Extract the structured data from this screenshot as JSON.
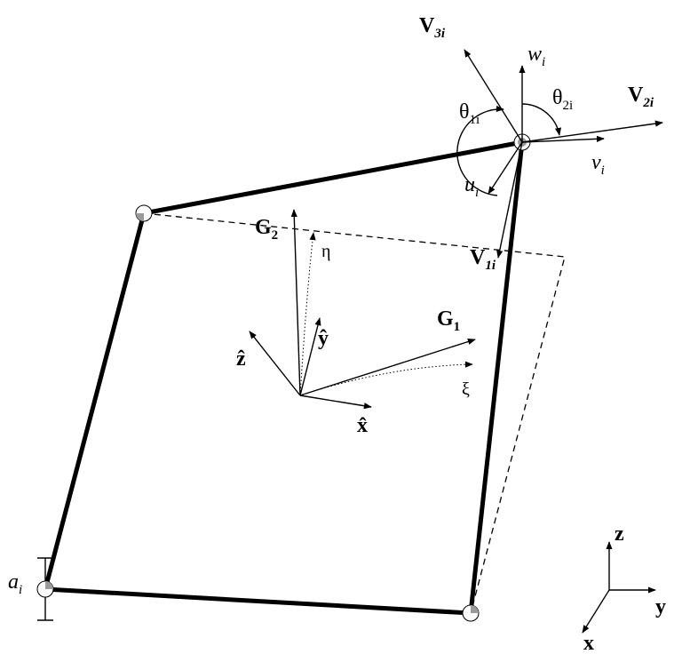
{
  "labels": {
    "V3": "V",
    "V3_sub": "3i",
    "w": "w",
    "w_sub": "i",
    "theta1": "θ",
    "theta1_sub": "1i",
    "theta2": "θ",
    "theta2_sub": "2i",
    "V2": "V",
    "V2_sub": "2i",
    "v": "v",
    "v_sub": "i",
    "u": "u",
    "u_sub": "i",
    "V1": "V",
    "V1_sub": "1i",
    "G2": "G",
    "G2_sub": "2",
    "eta": "η",
    "G1": "G",
    "G1_sub": "1",
    "xi": "ξ",
    "zhat": "ẑ",
    "yhat": "ŷ",
    "xhat": "x̂",
    "a": "a",
    "a_sub": "i",
    "Z": "z",
    "Y": "y",
    "X": "x"
  },
  "colors": {
    "stroke": "#000000",
    "node_fill": "#9a9a9a",
    "background": "#ffffff"
  }
}
